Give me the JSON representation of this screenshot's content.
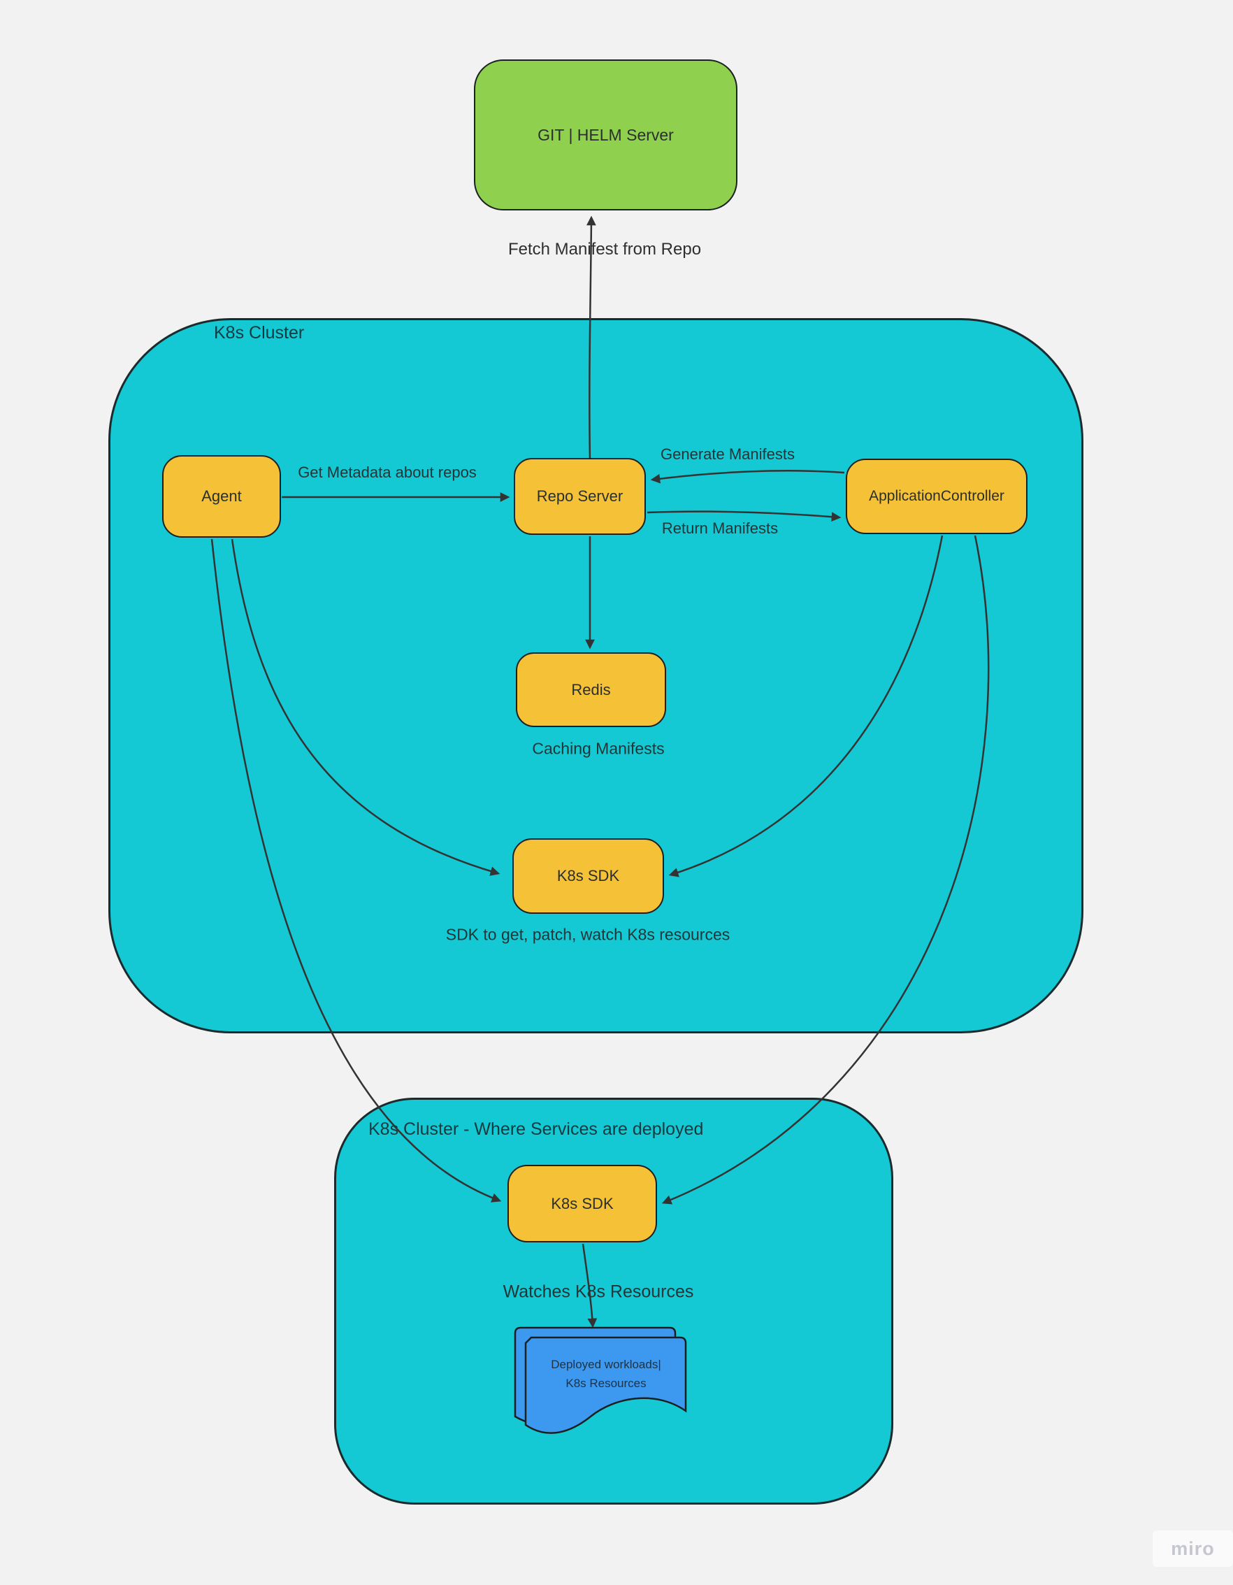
{
  "clusters": {
    "main": {
      "label": "K8s Cluster"
    },
    "deploy": {
      "label": "K8s Cluster - Where Services are deployed"
    }
  },
  "nodes": {
    "git_helm": {
      "label": "GIT | HELM Server"
    },
    "agent": {
      "label": "Agent"
    },
    "repo_server": {
      "label": "Repo Server"
    },
    "application_controller": {
      "label": "ApplicationController"
    },
    "redis": {
      "label": "Redis"
    },
    "k8s_sdk_main": {
      "label": "K8s SDK"
    },
    "k8s_sdk_deploy": {
      "label": "K8s SDK"
    },
    "workloads_doc": {
      "line1": "Deployed workloads|",
      "line2": "K8s Resources"
    }
  },
  "edge_labels": {
    "fetch_manifest": "Fetch Manifest from Repo",
    "get_metadata": "Get Metadata about repos",
    "generate_manifests": "Generate Manifests",
    "return_manifests": "Return Manifests",
    "caching_manifests": "Caching Manifests",
    "sdk_caption": "SDK to get, patch, watch K8s resources",
    "watches_resources": "Watches K8s Resources"
  },
  "watermark": {
    "label": "miro"
  },
  "colors": {
    "background": "#f2f2f2",
    "cluster_fill": "#14c8d4",
    "node_fill": "#f5c136",
    "git_server_fill": "#8fd14f",
    "document_fill": "#3d99f0",
    "connector": "#333333",
    "shape_border": "#1c2021",
    "text": "#223638",
    "watermark_text": "#c6c6d2"
  }
}
